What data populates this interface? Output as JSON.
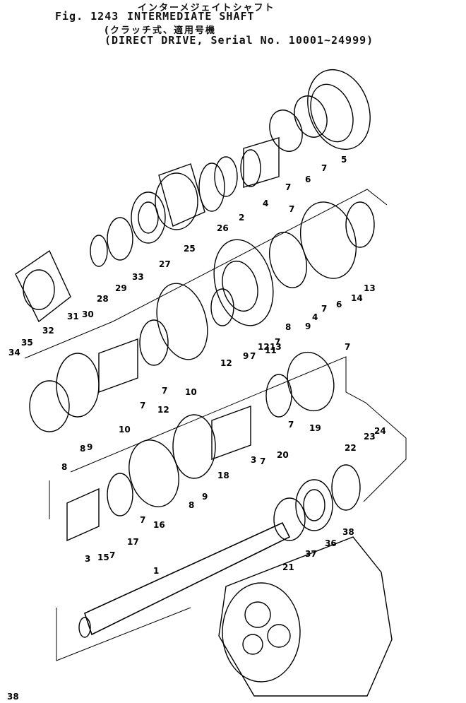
{
  "header": {
    "jp_title": "インターメジェイトシャフト",
    "fig_label": "Fig. 1243",
    "title": "INTERMEDIATE SHAFT",
    "jp_subtitle": "(クラッチ式、適用号機",
    "subtitle": "(DIRECT DRIVE, Serial No. 10001~24999)"
  },
  "diagram": {
    "callouts": [
      "1",
      "2",
      "3",
      "3",
      "4",
      "4",
      "5",
      "6",
      "6",
      "7",
      "7",
      "7",
      "7",
      "7",
      "7",
      "7",
      "7",
      "7",
      "7",
      "7",
      "7",
      "7",
      "8",
      "8",
      "8",
      "8",
      "9",
      "9",
      "9",
      "9",
      "10",
      "10",
      "11",
      "12",
      "12",
      "12",
      "13",
      "13",
      "14",
      "15",
      "16",
      "17",
      "18",
      "19",
      "20",
      "21",
      "22",
      "23",
      "24",
      "25",
      "26",
      "27",
      "28",
      "29",
      "30",
      "31",
      "32",
      "33",
      "34",
      "35",
      "36",
      "37",
      "38",
      "38"
    ]
  }
}
